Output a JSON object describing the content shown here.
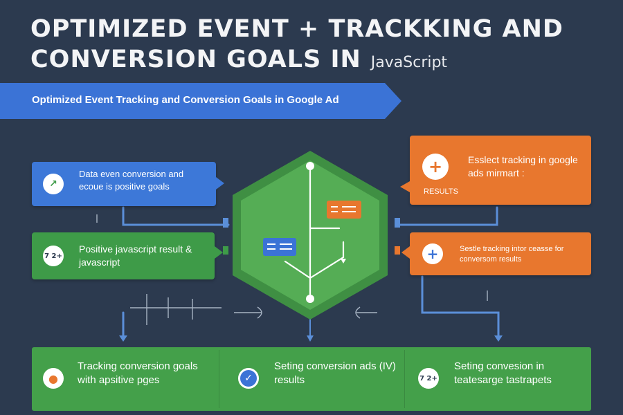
{
  "header": {
    "title": "OPTIMIZED EVENT + TRACKKING AND CONVERSION GOALS IN",
    "subtitle": "JavaScript"
  },
  "banner": {
    "text": "Optimized Event Tracking and Conversion Goals in Google Ad"
  },
  "left_cards": [
    {
      "text": "Data even conversion and ecoue is positive goals",
      "icon": "trend-arrow-icon",
      "color": "#3d78d8"
    },
    {
      "text": "Positive javascript result & javascript",
      "icon": "number-badge-icon",
      "badge": "7 2+",
      "color": "#3e9b48"
    }
  ],
  "right_cards": [
    {
      "text": "Esslect tracking in google ads mirmart :",
      "tag": "RESULTS",
      "icon": "plus-icon",
      "color": "#e8772e"
    },
    {
      "text": "Sestle tracking intor ceasse for conversom results",
      "icon": "plus-icon",
      "color": "#e8772e"
    }
  ],
  "bottom_items": [
    {
      "text": "Tracking conversion goals with apsitive pges",
      "icon": "person-icon"
    },
    {
      "text": "Seting conversion ads (IV) results",
      "icon": "check-icon"
    },
    {
      "text": "Seting convesion in teatesarge tastrapets",
      "icon": "number-badge-icon",
      "badge": "7 2+"
    }
  ],
  "colors": {
    "background": "#2c3a4f",
    "blue": "#3b73d6",
    "green": "#44a04a",
    "orange": "#e8772e",
    "line": "#5b8fd9"
  }
}
